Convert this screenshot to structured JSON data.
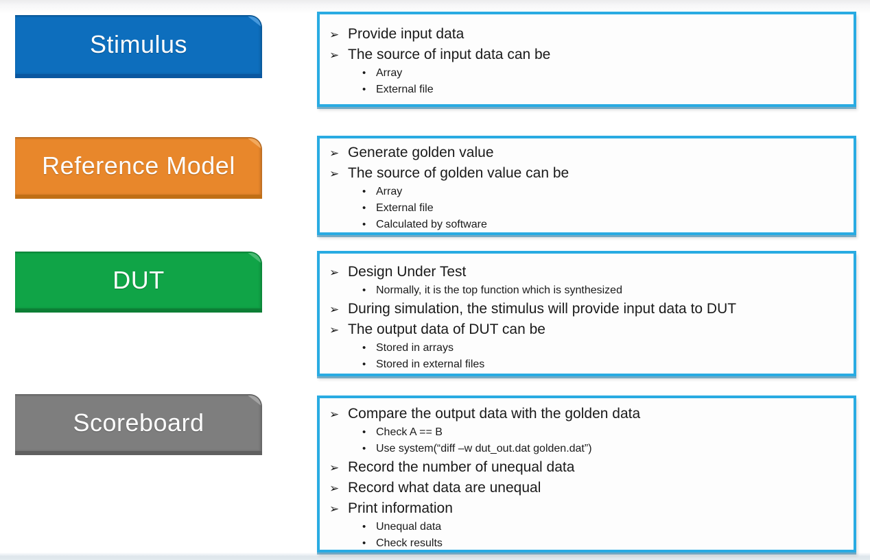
{
  "icons": {
    "arrow_bullet": "➢",
    "dot_bullet": "•"
  },
  "colors": {
    "stimulus_box": "#0d6ebd",
    "reference_model_box": "#e8872b",
    "dut_box": "#10a447",
    "scoreboard_box": "#7e7e7e",
    "panel_border": "#29abe2",
    "label_text": "#ffffff",
    "body_text": "#1a1a1a"
  },
  "rows": [
    {
      "label": "Stimulus",
      "items": [
        {
          "level": 1,
          "text": "Provide input data"
        },
        {
          "level": 1,
          "text": "The source of input data can be"
        },
        {
          "level": 2,
          "text": "Array"
        },
        {
          "level": 2,
          "text": "External file"
        }
      ]
    },
    {
      "label": "Reference Model",
      "items": [
        {
          "level": 1,
          "text": "Generate golden value"
        },
        {
          "level": 1,
          "text": "The source of golden value can be"
        },
        {
          "level": 2,
          "text": "Array"
        },
        {
          "level": 2,
          "text": "External file"
        },
        {
          "level": 2,
          "text": "Calculated by software"
        }
      ]
    },
    {
      "label": "DUT",
      "items": [
        {
          "level": 1,
          "text": "Design Under Test"
        },
        {
          "level": 2,
          "text": "Normally, it is the top function which is synthesized"
        },
        {
          "level": 1,
          "text": "During simulation, the stimulus will provide input data to DUT"
        },
        {
          "level": 1,
          "text": "The output data of DUT can be"
        },
        {
          "level": 2,
          "text": "Stored in arrays"
        },
        {
          "level": 2,
          "text": "Stored in external files"
        }
      ]
    },
    {
      "label": "Scoreboard",
      "items": [
        {
          "level": 1,
          "text": "Compare the output data with the golden data"
        },
        {
          "level": 2,
          "text": "Check A == B"
        },
        {
          "level": 2,
          "text": "Use system(“diff –w dut_out.dat golden.dat”)"
        },
        {
          "level": 1,
          "text": "Record the number of unequal data"
        },
        {
          "level": 1,
          "text": "Record what data are unequal"
        },
        {
          "level": 1,
          "text": "Print information"
        },
        {
          "level": 2,
          "text": "Unequal data"
        },
        {
          "level": 2,
          "text": "Check results"
        }
      ]
    }
  ]
}
